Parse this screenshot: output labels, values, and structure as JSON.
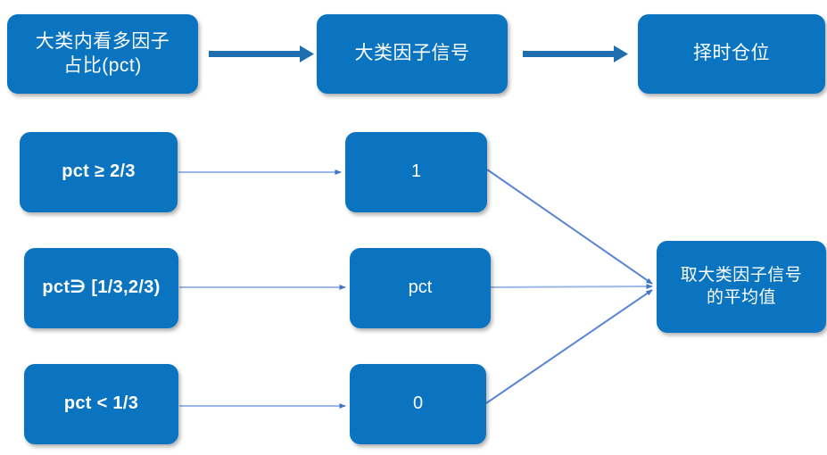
{
  "diagram": {
    "title_flow": {
      "source_label": "大类内看多因子\n占比(pct)",
      "signal_label": "大类因子信号",
      "position_label": "择时仓位"
    },
    "rules": [
      {
        "condition": "pct ≥ 2/3",
        "value": "1"
      },
      {
        "condition": "pct∋ [1/3,2/3)",
        "value": "pct"
      },
      {
        "condition": "pct < 1/3",
        "value": "0"
      }
    ],
    "aggregate": {
      "label": "取大类因子信号\n的平均值"
    },
    "colors": {
      "node_fill": "#0A74C0",
      "node_text": "#FFFFFF",
      "thick_arrow": "#1F6FB0",
      "thin_connector": "#9DB8E8",
      "thin_arrowhead": "#3F74C8",
      "background": "#FFFFFF"
    }
  }
}
